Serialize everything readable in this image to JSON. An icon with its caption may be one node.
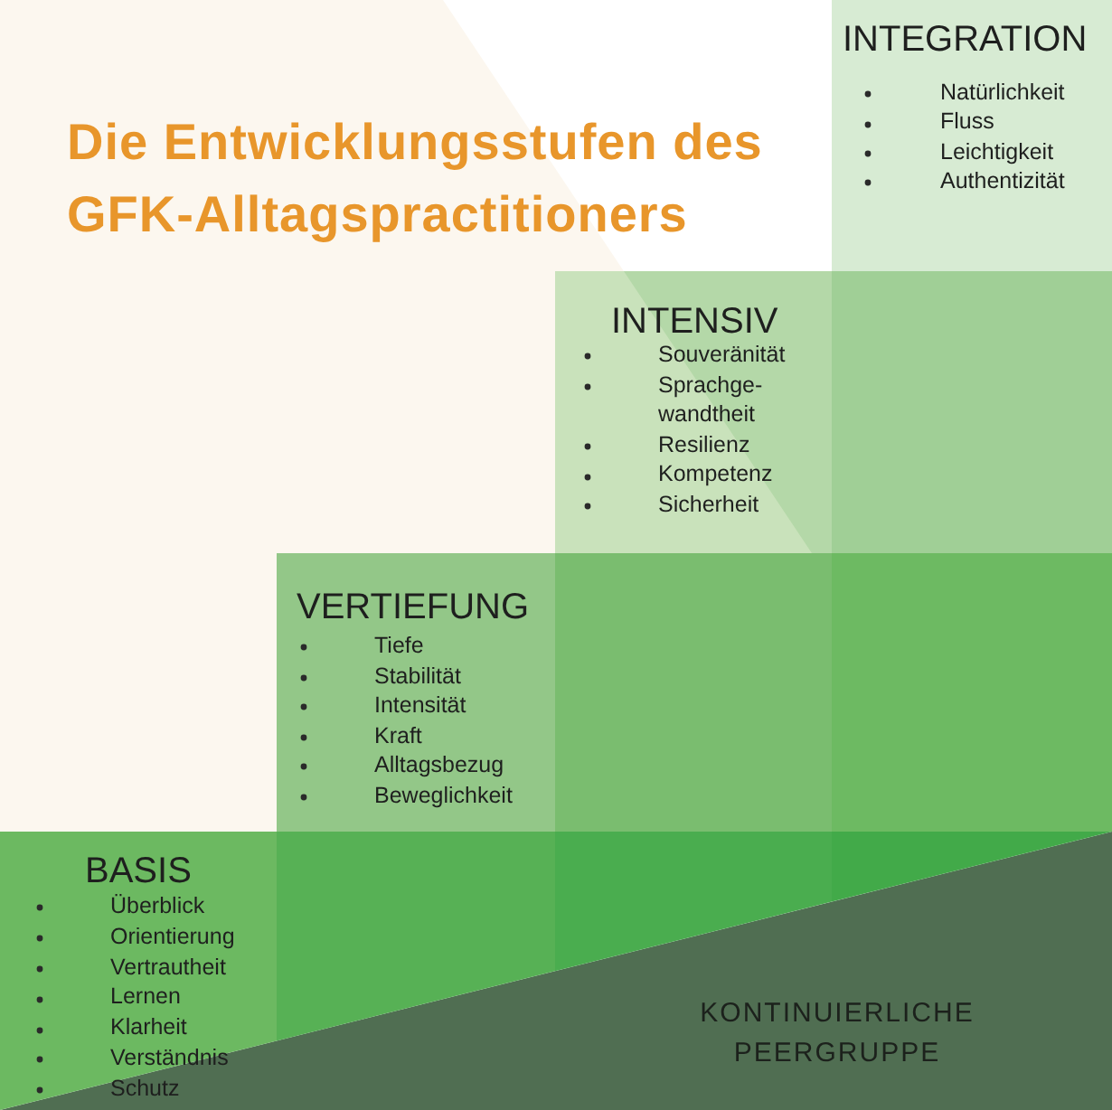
{
  "diagram": {
    "title": "Die Entwicklungsstufen des GFK-Alltagspractitioners",
    "nodes": [
      {
        "text": [
          "INTEGRATION",
          "Natürlichkeit",
          "Fluss",
          "Leichtigkeit",
          "Authentizität"
        ]
      },
      {
        "text": [
          "INTENSIV",
          "Souveränität",
          "Sprachge- wandtheit",
          "Resilienz",
          "Kompetenz",
          "Sicherheit"
        ]
      },
      {
        "text": [
          "VERTIEFUNG",
          "Tiefe",
          "Stabilität",
          "Intensität",
          "Kraft",
          "Alltagsbezug",
          "Beweglichkeit"
        ]
      },
      {
        "text": [
          "BASIS",
          "Überblick",
          "Orientierung",
          "Vertrautheit",
          "Lernen",
          "Klarheit",
          "Verständnis",
          "Schutz"
        ]
      },
      {
        "text": [
          "KONTINUIERLICHE PEERGRUPPE"
        ]
      }
    ]
  }
}
